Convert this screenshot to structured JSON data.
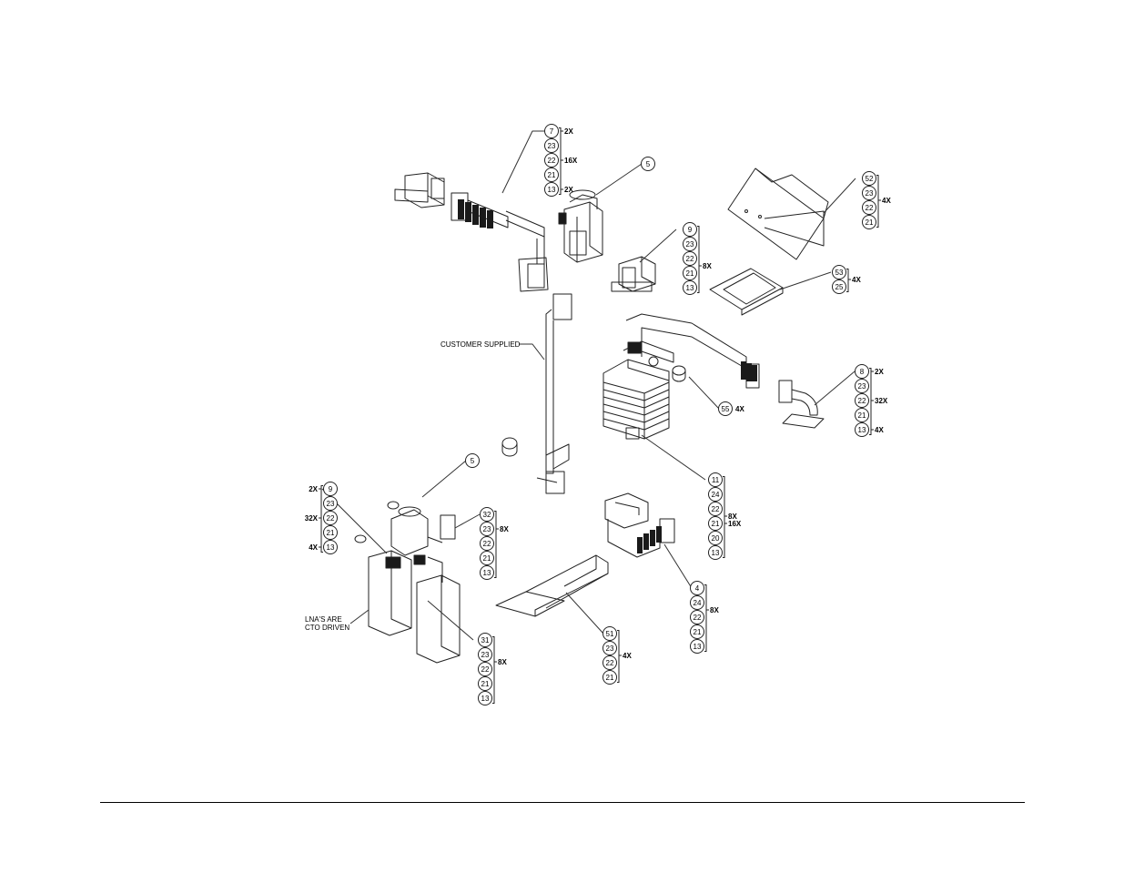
{
  "labels": {
    "customer_supplied": "CUSTOMER SUPPLIED",
    "lna_line1": "LNA'S ARE",
    "lna_line2": "CTO DRIVEN"
  },
  "groups": [
    {
      "items": [
        "7",
        "23",
        "22",
        "21",
        "13"
      ],
      "qty": [
        [
          "2X",
          0
        ],
        [
          "16X",
          2
        ],
        [
          "2X",
          4
        ]
      ]
    },
    {
      "items": [
        "5"
      ],
      "qty": []
    },
    {
      "items": [
        "52",
        "23",
        "22",
        "21"
      ],
      "qty": [
        [
          "4X",
          1.5
        ]
      ]
    },
    {
      "items": [
        "9",
        "23",
        "22",
        "21",
        "13"
      ],
      "qty": [
        [
          "8X",
          2.5
        ]
      ]
    },
    {
      "items": [
        "53",
        "25"
      ],
      "qty": [
        [
          "4X",
          0.5
        ]
      ]
    },
    {
      "items": [
        "8",
        "23",
        "22",
        "21",
        "13"
      ],
      "qty": [
        [
          "2X",
          0
        ],
        [
          "32X",
          2
        ],
        [
          "4X",
          4
        ]
      ]
    },
    {
      "items": [
        "55"
      ],
      "qty": [
        [
          "4X",
          0
        ]
      ]
    },
    {
      "items": [
        "5"
      ],
      "qty": []
    },
    {
      "items": [
        "9",
        "23",
        "22",
        "21",
        "13"
      ],
      "qty": [
        [
          "2X",
          0
        ],
        [
          "32X",
          2
        ],
        [
          "4X",
          4
        ]
      ]
    },
    {
      "items": [
        "32",
        "23",
        "22",
        "21",
        "13"
      ],
      "qty": [
        [
          "8X",
          1
        ]
      ]
    },
    {
      "items": [
        "11",
        "24",
        "22",
        "21",
        "20",
        "13"
      ],
      "qty": [
        [
          "16X",
          3
        ],
        [
          "8X",
          2.5
        ]
      ]
    },
    {
      "items": [
        "4",
        "24",
        "22",
        "21",
        "13"
      ],
      "qty": [
        [
          "8X",
          1.5
        ]
      ]
    },
    {
      "items": [
        "31",
        "23",
        "22",
        "21",
        "13"
      ],
      "qty": [
        [
          "8X",
          1.5
        ]
      ]
    },
    {
      "items": [
        "51",
        "23",
        "22",
        "21"
      ],
      "qty": [
        [
          "4X",
          1.5
        ]
      ]
    }
  ]
}
